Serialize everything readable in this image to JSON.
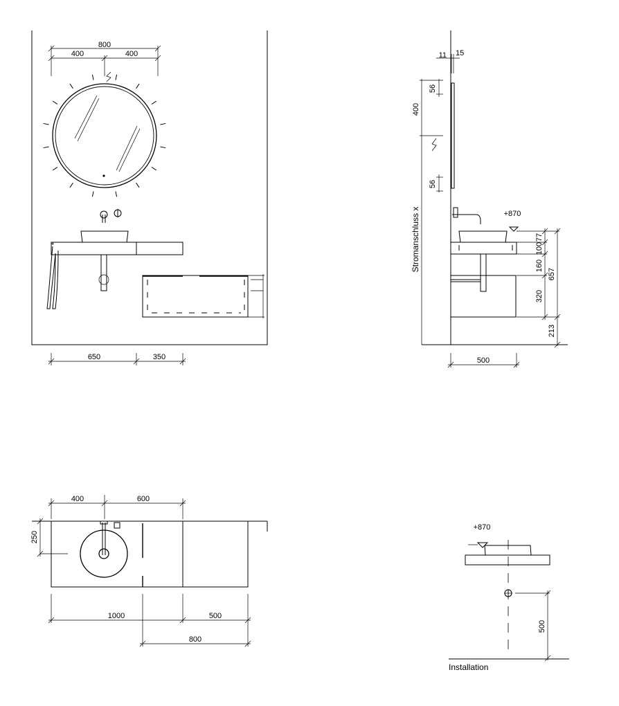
{
  "front_view": {
    "mirror_width": "800",
    "mirror_half_left": "400",
    "mirror_half_right": "400",
    "top_width": "650",
    "drawer_width": "350"
  },
  "side_view": {
    "mirror_thickness": "11",
    "mirror_offset": "15",
    "mirror_top_margin": "56",
    "outlet_height": "400",
    "mirror_bottom_margin": "56",
    "outlet_label": "Stromanschluss x",
    "top_height": "+870",
    "basin_height": "77",
    "counter_height": "100",
    "gap_height": "160",
    "total_height": "657",
    "drawer_height": "320",
    "floor_gap": "213",
    "depth": "500"
  },
  "top_view": {
    "basin_offset": "400",
    "right_offset": "600",
    "basin_depth": "250",
    "counter_length": "1000",
    "drawer_length": "500",
    "drawer_span": "800"
  },
  "installation_view": {
    "top_height": "+870",
    "drain_height": "500",
    "label": "Installation"
  }
}
